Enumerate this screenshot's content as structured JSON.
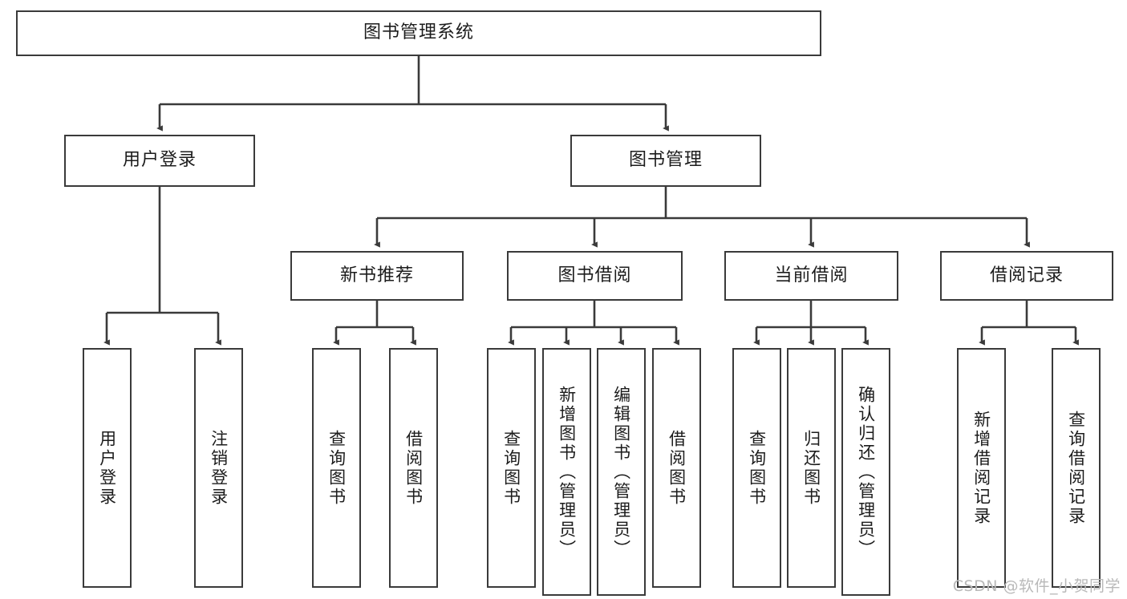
{
  "diagram": {
    "type": "tree",
    "title": "图书管理系统",
    "watermark": "CSDN @软件_小贺同学",
    "line_color": "#3a3a3a",
    "box_fill": "#ffffff",
    "text_color": "#1c1c1c",
    "root": {
      "label": "图书管理系统"
    },
    "level2": [
      {
        "label": "用户登录"
      },
      {
        "label": "图书管理"
      }
    ],
    "level3": [
      {
        "label": "新书推荐"
      },
      {
        "label": "图书借阅"
      },
      {
        "label": "当前借阅"
      },
      {
        "label": "借阅记录"
      }
    ],
    "leaves": [
      {
        "label": "用户登录",
        "parent": "用户登录"
      },
      {
        "label": "注销登录",
        "parent": "用户登录"
      },
      {
        "label": "查询图书",
        "parent": "新书推荐"
      },
      {
        "label": "借阅图书",
        "parent": "新书推荐"
      },
      {
        "label": "查询图书",
        "parent": "图书借阅"
      },
      {
        "label": "新增图书（管理员）",
        "parent": "图书借阅"
      },
      {
        "label": "编辑图书（管理员）",
        "parent": "图书借阅"
      },
      {
        "label": "借阅图书",
        "parent": "图书借阅"
      },
      {
        "label": "查询图书",
        "parent": "当前借阅"
      },
      {
        "label": "归还图书",
        "parent": "当前借阅"
      },
      {
        "label": "确认归还（管理员）",
        "parent": "当前借阅"
      },
      {
        "label": "新增借阅记录",
        "parent": "借阅记录"
      },
      {
        "label": "查询借阅记录",
        "parent": "借阅记录"
      }
    ]
  }
}
